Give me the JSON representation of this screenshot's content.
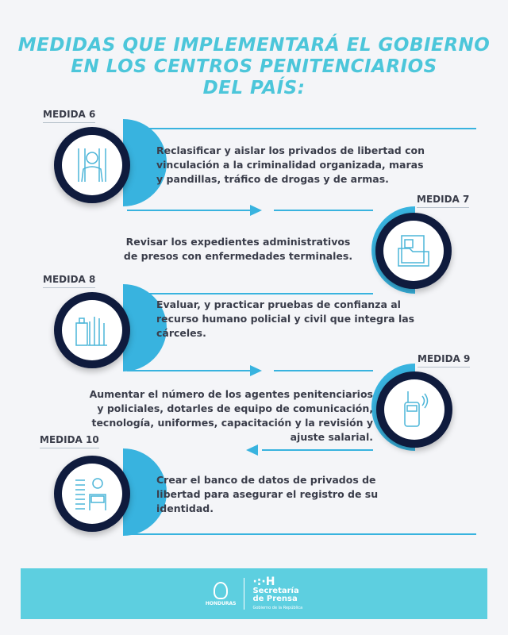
{
  "title": [
    "MEDIDAS QUE IMPLEMENTARÁ EL GOBIERNO",
    "EN LOS CENTROS PENITENCIARIOS",
    "DEL PAÍS:"
  ],
  "measures": [
    {
      "label": "MEDIDA 6",
      "text": "Reclasificar y aislar los privados de libertad con vinculación a la criminalidad organizada, maras y pandillas, tráfico de drogas y de armas.",
      "icon": "prisoner-behind-bars-icon"
    },
    {
      "label": "MEDIDA 7",
      "text": "Revisar los expedientes administrativos de presos con enfermedades terminales.",
      "icon": "file-folder-icon"
    },
    {
      "label": "MEDIDA 8",
      "text": "Evaluar, y practicar pruebas de confianza al recurso humano policial y civil que integra las cárceles.",
      "icon": "hand-test-icon"
    },
    {
      "label": "MEDIDA 9",
      "text": "Aumentar el número de los agentes penitenciarios y policiales, dotarles de equipo de comunicación, tecnología, uniformes, capacitación y la revisión y ajuste salarial.",
      "icon": "radio-icon"
    },
    {
      "label": "MEDIDA 10",
      "text": "Crear el banco de datos de privados de libertad para asegurar el registro de su identidad.",
      "icon": "database-person-icon"
    }
  ],
  "footer": {
    "country": "HONDURAS",
    "org1": "Secretaría",
    "org2": "de Prensa",
    "org3": "Gobierno de la República"
  },
  "colors": {
    "accent": "#4cc6da",
    "navy": "#0f1b3d",
    "blue": "#38b3df"
  }
}
